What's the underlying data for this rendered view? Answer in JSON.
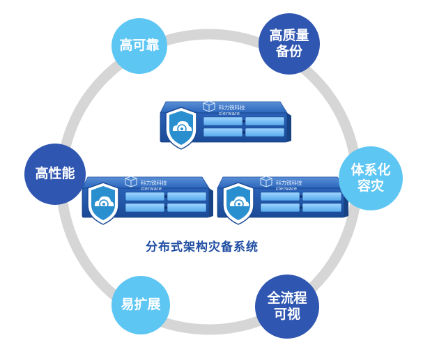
{
  "diagram": {
    "caption": "分布式架构灾备系统",
    "features": [
      {
        "id": "high-reliability",
        "label": "高可靠",
        "tone": "light"
      },
      {
        "id": "high-quality-backup",
        "label": "高质量\n备份",
        "tone": "dark"
      },
      {
        "id": "systematic-dr",
        "label": "体系化\n容灾",
        "tone": "light"
      },
      {
        "id": "full-process-visible",
        "label": "全流程\n可视",
        "tone": "dark"
      },
      {
        "id": "easy-expansion",
        "label": "易扩展",
        "tone": "light"
      },
      {
        "id": "high-performance",
        "label": "高性能",
        "tone": "dark"
      }
    ],
    "servers": [
      {
        "brand": "科力锐科技",
        "logo": "clerware"
      },
      {
        "brand": "科力锐科技",
        "logo": "clerware"
      },
      {
        "brand": "科力锐科技",
        "logo": "clerware"
      }
    ],
    "colors": {
      "ring": "#d6d6d6",
      "light_node": "#5ec6f3",
      "dark_node": "#2f56b0",
      "caption": "#1f4da2",
      "server_body": "#1e5db4",
      "shield": "#2a8fcf"
    }
  }
}
